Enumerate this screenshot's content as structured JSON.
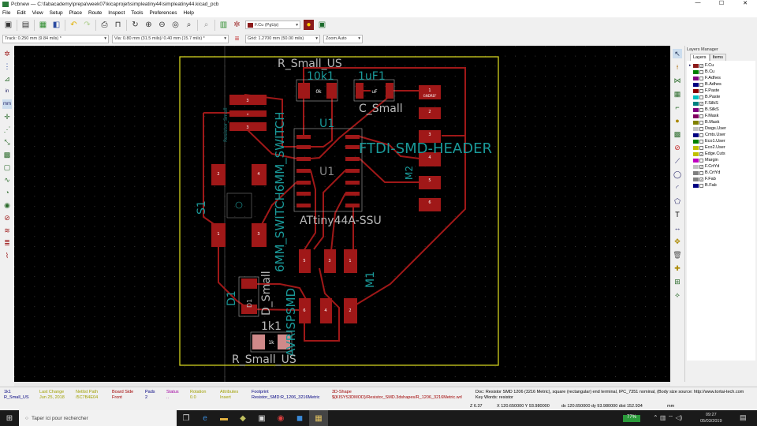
{
  "window": {
    "title": "Pcbnew — C:\\fabacademy\\prepa\\week07\\kicaprojet\\simpleatiny44\\simpleatiny44.kicad_pcb",
    "min": "—",
    "max": "☐",
    "close": "✕"
  },
  "menu": [
    "File",
    "Edit",
    "View",
    "Setup",
    "Place",
    "Route",
    "Inspect",
    "Tools",
    "Preferences",
    "Help"
  ],
  "toolbar": {
    "layer_select": "F.Cu (PgUp)",
    "track": "Track: 0.250 mm (9.84 mils) *",
    "via": "Via: 0.80 mm (31.5 mils)/ 0.40 mm (15.7 mils) *",
    "grid": "Grid: 1.2700 mm (50.00 mils)",
    "zoom": "Zoom Auto"
  },
  "layers_manager": {
    "title": "Layers Manager",
    "tabs": [
      "Layers",
      "Items"
    ],
    "layers": [
      {
        "name": "F.Cu",
        "color": "#8b1a1a",
        "checked": true,
        "active": true
      },
      {
        "name": "B.Cu",
        "color": "#008000",
        "checked": false
      },
      {
        "name": "F.Adhes",
        "color": "#800080",
        "checked": false
      },
      {
        "name": "B.Adhes",
        "color": "#000080",
        "checked": false
      },
      {
        "name": "F.Paste",
        "color": "#8b0000",
        "checked": false
      },
      {
        "name": "B.Paste",
        "color": "#00c0c0",
        "checked": false
      },
      {
        "name": "F.SilkS",
        "color": "#008080",
        "checked": true
      },
      {
        "name": "B.SilkS",
        "color": "#800080",
        "checked": false
      },
      {
        "name": "F.Mask",
        "color": "#800060",
        "checked": false
      },
      {
        "name": "B.Mask",
        "color": "#808000",
        "checked": false
      },
      {
        "name": "Dwgs.User",
        "color": "#c0c0c0",
        "checked": false
      },
      {
        "name": "Cmts.User",
        "color": "#000080",
        "checked": false
      },
      {
        "name": "Eco1.User",
        "color": "#008000",
        "checked": false
      },
      {
        "name": "Eco2.User",
        "color": "#c0c000",
        "checked": false
      },
      {
        "name": "Edge.Cuts",
        "color": "#c0c000",
        "checked": true
      },
      {
        "name": "Margin",
        "color": "#c000c0",
        "checked": false
      },
      {
        "name": "F.CrtYd",
        "color": "#c0c0c0",
        "checked": true
      },
      {
        "name": "B.CrtYd",
        "color": "#808080",
        "checked": false
      },
      {
        "name": "F.Fab",
        "color": "#808080",
        "checked": true
      },
      {
        "name": "B.Fab",
        "color": "#000080",
        "checked": false
      }
    ]
  },
  "board": {
    "labels": {
      "r_top_value": "R_Small_US",
      "r_top_ref": "10k1",
      "r_top_pad": "0k",
      "c_ref": "1uF1",
      "c_pad": "uF",
      "c_value": "C_Small",
      "u1_ref": "U1",
      "u1_fab": "U1",
      "u1_value": "ATtiny44A-SSU",
      "header_value": "FTDI-SMD-HEADER",
      "header_ref": "M2",
      "s1_ref": "S1",
      "switch_value": "6MM_SWITCH6MM_SWITCH",
      "isp_value": "AVRISPSMD",
      "isp_ref": "M1",
      "d_ref": "D1",
      "d_fab": "D1",
      "d_value": "D_Small",
      "r_bot_ref": "1k1",
      "r_bot_pad": "1k",
      "r_bot_value": "R_Small_US",
      "resistor_small": "Resistor_Small",
      "gndref": "GNDREF"
    },
    "header_pads": [
      "1",
      "2",
      "3",
      "4",
      "5",
      "6"
    ],
    "isp_pads_top": [
      "5",
      "3",
      "1"
    ],
    "isp_pads_bottom": [
      "6",
      "4",
      "2"
    ],
    "s1_pads": [
      "2",
      "4",
      "1",
      "3"
    ],
    "left_pads": [
      "3",
      "4",
      "3"
    ]
  },
  "info": {
    "ref": "1k1",
    "value": "R_Small_US",
    "fields": [
      {
        "label": "Last Change",
        "value": "Jun 25, 2018",
        "color": "#a0a000"
      },
      {
        "label": "Netlist Path",
        "value": "/5C7B4E04",
        "color": "#a0a000"
      },
      {
        "label": "Board Side",
        "value": "Front",
        "color": "#a00000"
      },
      {
        "label": "Pads",
        "value": "2",
        "color": "#000080"
      },
      {
        "label": "Status",
        "value": "..",
        "color": "#a000a0"
      },
      {
        "label": "Rotation",
        "value": "0.0",
        "color": "#a0a000"
      },
      {
        "label": "Attributes",
        "value": "Insert",
        "color": "#a0a000"
      },
      {
        "label": "Footprint",
        "value": "Resistor_SMD:R_1206_3216Metric",
        "color": "#000080"
      },
      {
        "label": "3D-Shape",
        "value": "${KISYS3DMOD}/Resistor_SMD.3dshapes/R_1206_3216Metric.wrl",
        "color": "#a00000"
      }
    ],
    "doc": "Doc: Resistor SMD 1206 (3216 Metric), square (rectangular) end terminal, IPC_7351 nominal, (Body size source: http://www.tortai-tech.com",
    "keywords": "Key Words: resistor"
  },
  "status": {
    "zoom": "Z 6.37",
    "xy": "X 120.650000  Y 93.980000",
    "dxy": "dx 120.650000  dy 93.980000  dist 152.934",
    "units": "mm"
  },
  "taskbar": {
    "search": "Taper ici pour rechercher",
    "battery": "77%",
    "time": "09:27",
    "date": "05/03/2019"
  }
}
